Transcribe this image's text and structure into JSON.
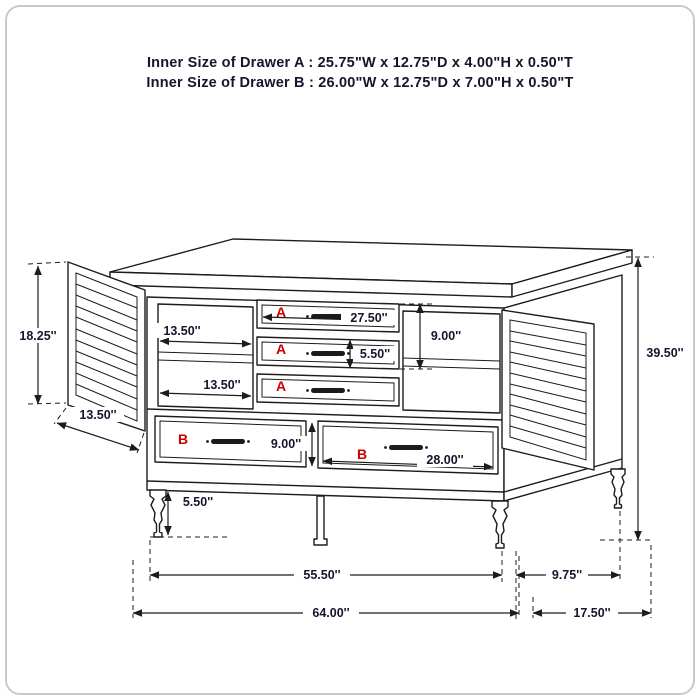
{
  "header": {
    "line1": "Inner Size of Drawer A : 25.75\"W x 12.75\"D x 4.00\"H x 0.50\"T",
    "line2": "Inner Size of Drawer B : 26.00\"W x 12.75\"D x 7.00\"H x 0.50\"T"
  },
  "diagram": {
    "drawer_letter_a": "A",
    "drawer_letter_b": "B",
    "dims": {
      "door_open_height": "18.25''",
      "upper_cubby_width": "13.50''",
      "drawer_a_width": "27.50''",
      "drawer_a_bank_height": "9.00''",
      "drawer_a_face_height": "5.50''",
      "lower_cubby_width": "13.50''",
      "door_width": "13.50''",
      "drawer_b_face_height": "9.00''",
      "drawer_b_width": "28.00''",
      "leg_height": "5.50''",
      "overall_height": "39.50''",
      "front_width_feet": "55.50''",
      "side_depth_feet": "9.75''",
      "overall_width": "64.00''",
      "overall_depth": "17.50''"
    }
  },
  "colors": {
    "accent_red": "#cc0000",
    "line": "#1c1c1c",
    "border": "#c9c9c9"
  }
}
